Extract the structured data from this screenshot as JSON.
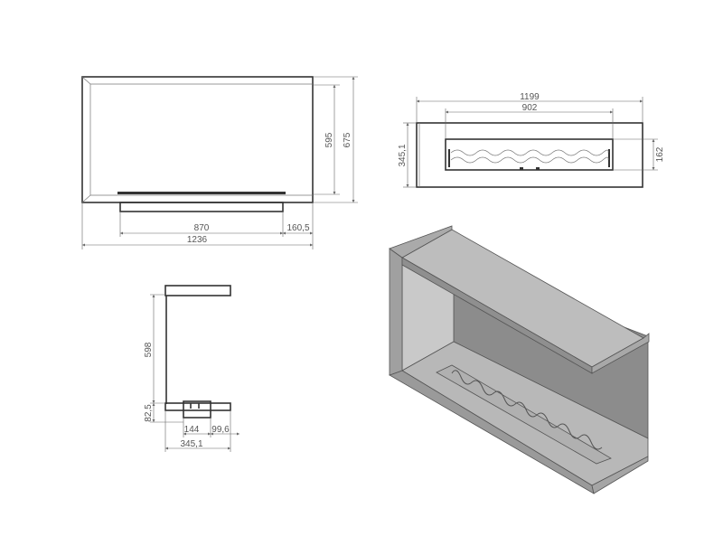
{
  "front_view": {
    "dims": {
      "inner_height": "595",
      "total_height": "675",
      "burner_width": "870",
      "offset": "160,5",
      "total_width": "1236"
    }
  },
  "top_view": {
    "dims": {
      "total_width": "1199",
      "burner_width": "902",
      "depth": "345,1",
      "burner_depth": "162"
    }
  },
  "side_view": {
    "dims": {
      "height": "598",
      "base_height": "82,5",
      "burner_depth": "144",
      "front_offset": "99,6",
      "total_depth": "345,1"
    }
  },
  "colors": {
    "line": "#333333",
    "dimension": "#666666",
    "wall_dark": "#8c8c8c",
    "wall_light": "#c9c9c9",
    "plate": "#bdbdbd"
  }
}
